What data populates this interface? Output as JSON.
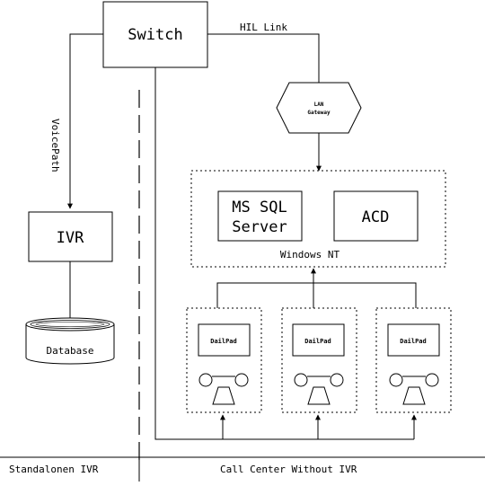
{
  "switch": {
    "label": "Switch"
  },
  "hil_link": {
    "label": "HIL Link"
  },
  "voice_path": {
    "label": "VoicePath"
  },
  "lan_gateway": {
    "line1": "LAN",
    "line2": "Gateway"
  },
  "ivr": {
    "label": "IVR"
  },
  "database": {
    "label": "Database"
  },
  "windows_nt": {
    "label": "Windows NT",
    "ms_sql": {
      "line1": "MS SQL",
      "line2": "Server"
    },
    "acd": {
      "label": "ACD"
    }
  },
  "agent_stations": [
    {
      "label": "DailPad"
    },
    {
      "label": "DailPad"
    },
    {
      "label": "DailPad"
    }
  ],
  "footer": {
    "left": "Standalonen IVR",
    "right": "Call Center Without IVR"
  }
}
